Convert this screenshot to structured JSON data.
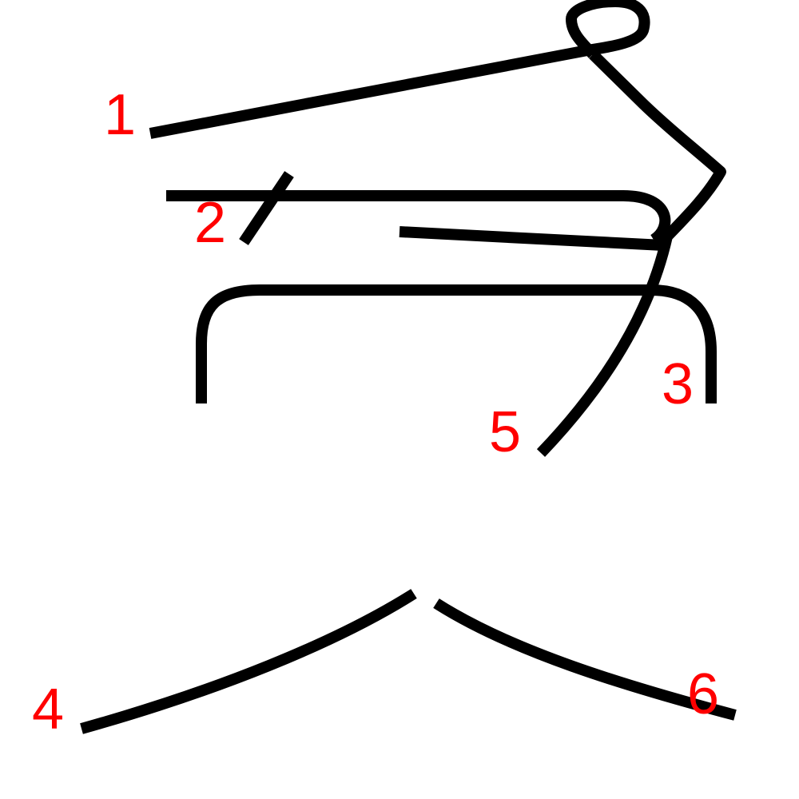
{
  "colors": {
    "stroke": "#000000",
    "label": "#ff0000",
    "background": "#ffffff"
  },
  "strokes": [
    {
      "id": "stroke-1",
      "label": "1"
    },
    {
      "id": "stroke-2",
      "label": "2"
    },
    {
      "id": "stroke-3",
      "label": "3"
    },
    {
      "id": "stroke-4",
      "label": "4"
    },
    {
      "id": "stroke-5",
      "label": "5"
    },
    {
      "id": "stroke-6",
      "label": "6"
    }
  ]
}
